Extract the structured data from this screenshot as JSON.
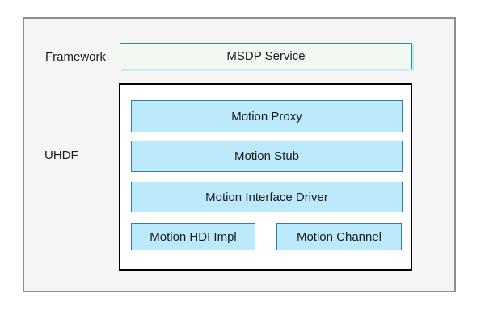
{
  "diagram": {
    "layers": {
      "framework_label": "Framework",
      "uhdf_label": "UHDF"
    },
    "boxes": {
      "msdp_service": "MSDP Service",
      "motion_proxy": "Motion Proxy",
      "motion_stub": "Motion Stub",
      "motion_interface_driver": "Motion Interface Driver",
      "motion_hdi_impl": "Motion HDI Impl",
      "motion_channel": "Motion Channel"
    }
  },
  "colors": {
    "page_bg": "#ffffff",
    "outer_fill": "#f5f5f6",
    "outer_border": "#8e8e8e",
    "uhdf_fill": "#ffffff",
    "uhdf_border": "#000000",
    "blue_fill": "#bce9fb",
    "blue_border": "#2e7faf",
    "msdp_fill": "#f2f9f3",
    "msdp_border": "#2f9488",
    "msdp_glow": "#c2eeee",
    "text": "#1b1b1b"
  }
}
